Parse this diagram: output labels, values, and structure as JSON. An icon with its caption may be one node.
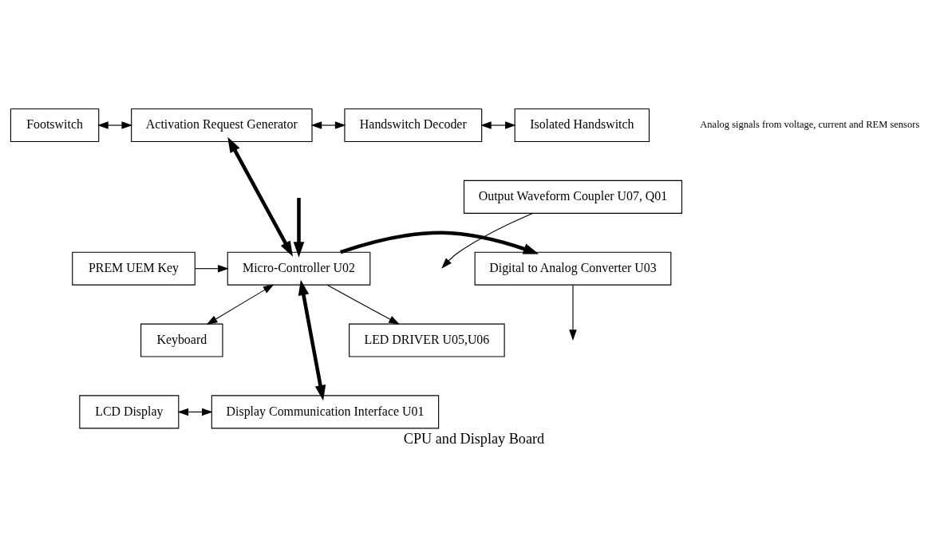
{
  "diagram": {
    "caption": "CPU and Display Board",
    "nodes": [
      {
        "text": [
          "Footswitch"
        ]
      },
      {
        "text": [
          "Activation Request Generator"
        ]
      },
      {
        "text": [
          "Handswitch Decoder"
        ]
      },
      {
        "text": [
          "Isolated Handswitch"
        ]
      },
      {
        "text": [
          "Output Waveform Coupler U07, Q01"
        ]
      },
      {
        "text": [
          "PREM UEM Key"
        ]
      },
      {
        "text": [
          "Micro-Controller U02"
        ]
      },
      {
        "text": [
          "Digital to Analog Converter U03"
        ]
      },
      {
        "text": [
          "LED DRIVER U05,U06"
        ]
      },
      {
        "text": [
          "Keyboard"
        ]
      },
      {
        "text": [
          "LCD Display"
        ]
      },
      {
        "text": [
          "Display Communication Interface U01"
        ]
      }
    ],
    "edges": [
      {
        "from": 0,
        "to": 1,
        "arrow": "both"
      },
      {
        "from": 1,
        "to": 2,
        "arrow": "both"
      },
      {
        "from": 2,
        "to": 3,
        "arrow": "both"
      },
      {
        "from": 1,
        "to": 6,
        "arrow": "both",
        "style": "thick"
      },
      {
        "from": 4,
        "to": null,
        "arrow": "to"
      },
      {
        "from": 5,
        "to": 6,
        "arrow": "to"
      },
      {
        "from": 6,
        "to": 7,
        "arrow": "to",
        "style": "thick"
      },
      {
        "from": 7,
        "to": null,
        "arrow": "to"
      },
      {
        "from": 6,
        "to": 8,
        "arrow": "to"
      },
      {
        "from": 6,
        "to": 9,
        "arrow": "both"
      },
      {
        "from": 6,
        "to": 11,
        "arrow": "both",
        "style": "thick"
      },
      {
        "from": 10,
        "to": 11,
        "arrow": "both"
      },
      {
        "from": null,
        "to": 6,
        "arrow": "to",
        "style": "thick"
      }
    ],
    "labels": [
      "Analog signals from voltage, current and REM sensors"
    ]
  }
}
